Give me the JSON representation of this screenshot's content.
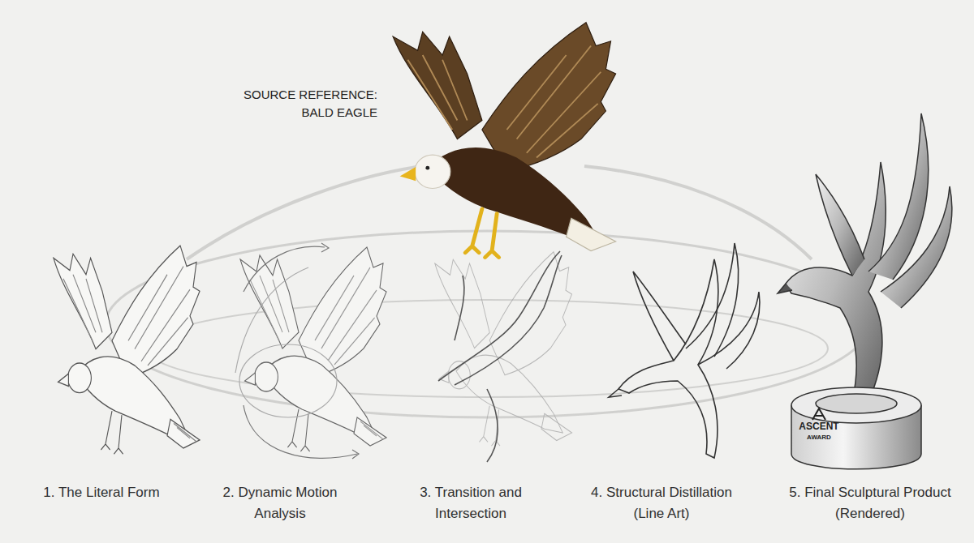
{
  "diagram": {
    "labels": [
      "SOURCE REFERENCE: BALD EAGLE",
      "1. The Literal Form",
      "2. Dynamic Motion Analysis",
      "3. Transition and Intersection",
      "4. Structural Distillation (Line Art)",
      "5. Final Sculptural Product (Rendered)",
      "ASCENT",
      "AWARD"
    ]
  }
}
